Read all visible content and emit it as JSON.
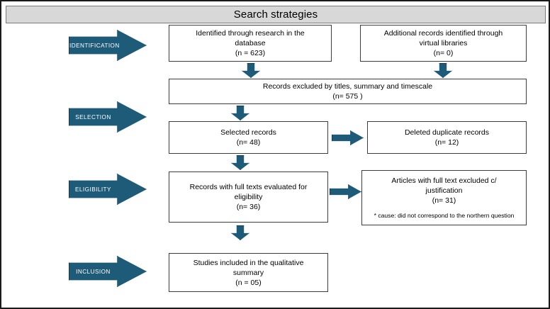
{
  "figure": {
    "title": "Search strategies"
  },
  "stages": [
    {
      "id": "identification",
      "label": "IDENTIFICATION"
    },
    {
      "id": "selection",
      "label": "SELECTION"
    },
    {
      "id": "eligibility",
      "label": "ELIGIBILITY"
    },
    {
      "id": "inclusion",
      "label": "INCLUSION"
    }
  ],
  "boxes": {
    "identified": {
      "line1": "Identified through research in the",
      "line2": "database",
      "line3": "(n = 623)"
    },
    "additional": {
      "line1": "Additional records identified through",
      "line2": "virtual libraries",
      "line3": "(n= 0)"
    },
    "excluded": {
      "line1": "Records excluded by titles, summary and timescale",
      "line2": "(n= 575 )"
    },
    "selected": {
      "line1": "Selected records",
      "line2": "(n= 48)"
    },
    "deleted": {
      "line1": "Deleted duplicate records",
      "line2": "(n= 12)"
    },
    "fulltext": {
      "line1": "Records with full texts evaluated for",
      "line2": "eligibility",
      "line3": "(n= 36)"
    },
    "articles_excluded": {
      "line1": "Articles with full text excluded c/",
      "line2": "justification",
      "line3": "(n= 31)",
      "note": "* cause: did not correspond to the northern question"
    },
    "included": {
      "line1": "Studies included in the qualitative",
      "line2": "summary",
      "line3": "(n = 05)"
    }
  },
  "colors": {
    "arrow_fill": "#1d5b79",
    "arrow_stroke": "#123c52",
    "title_bar": "#d8d8d8",
    "box_stroke": "#3c3c3c",
    "frame": "#1a1a1a"
  }
}
